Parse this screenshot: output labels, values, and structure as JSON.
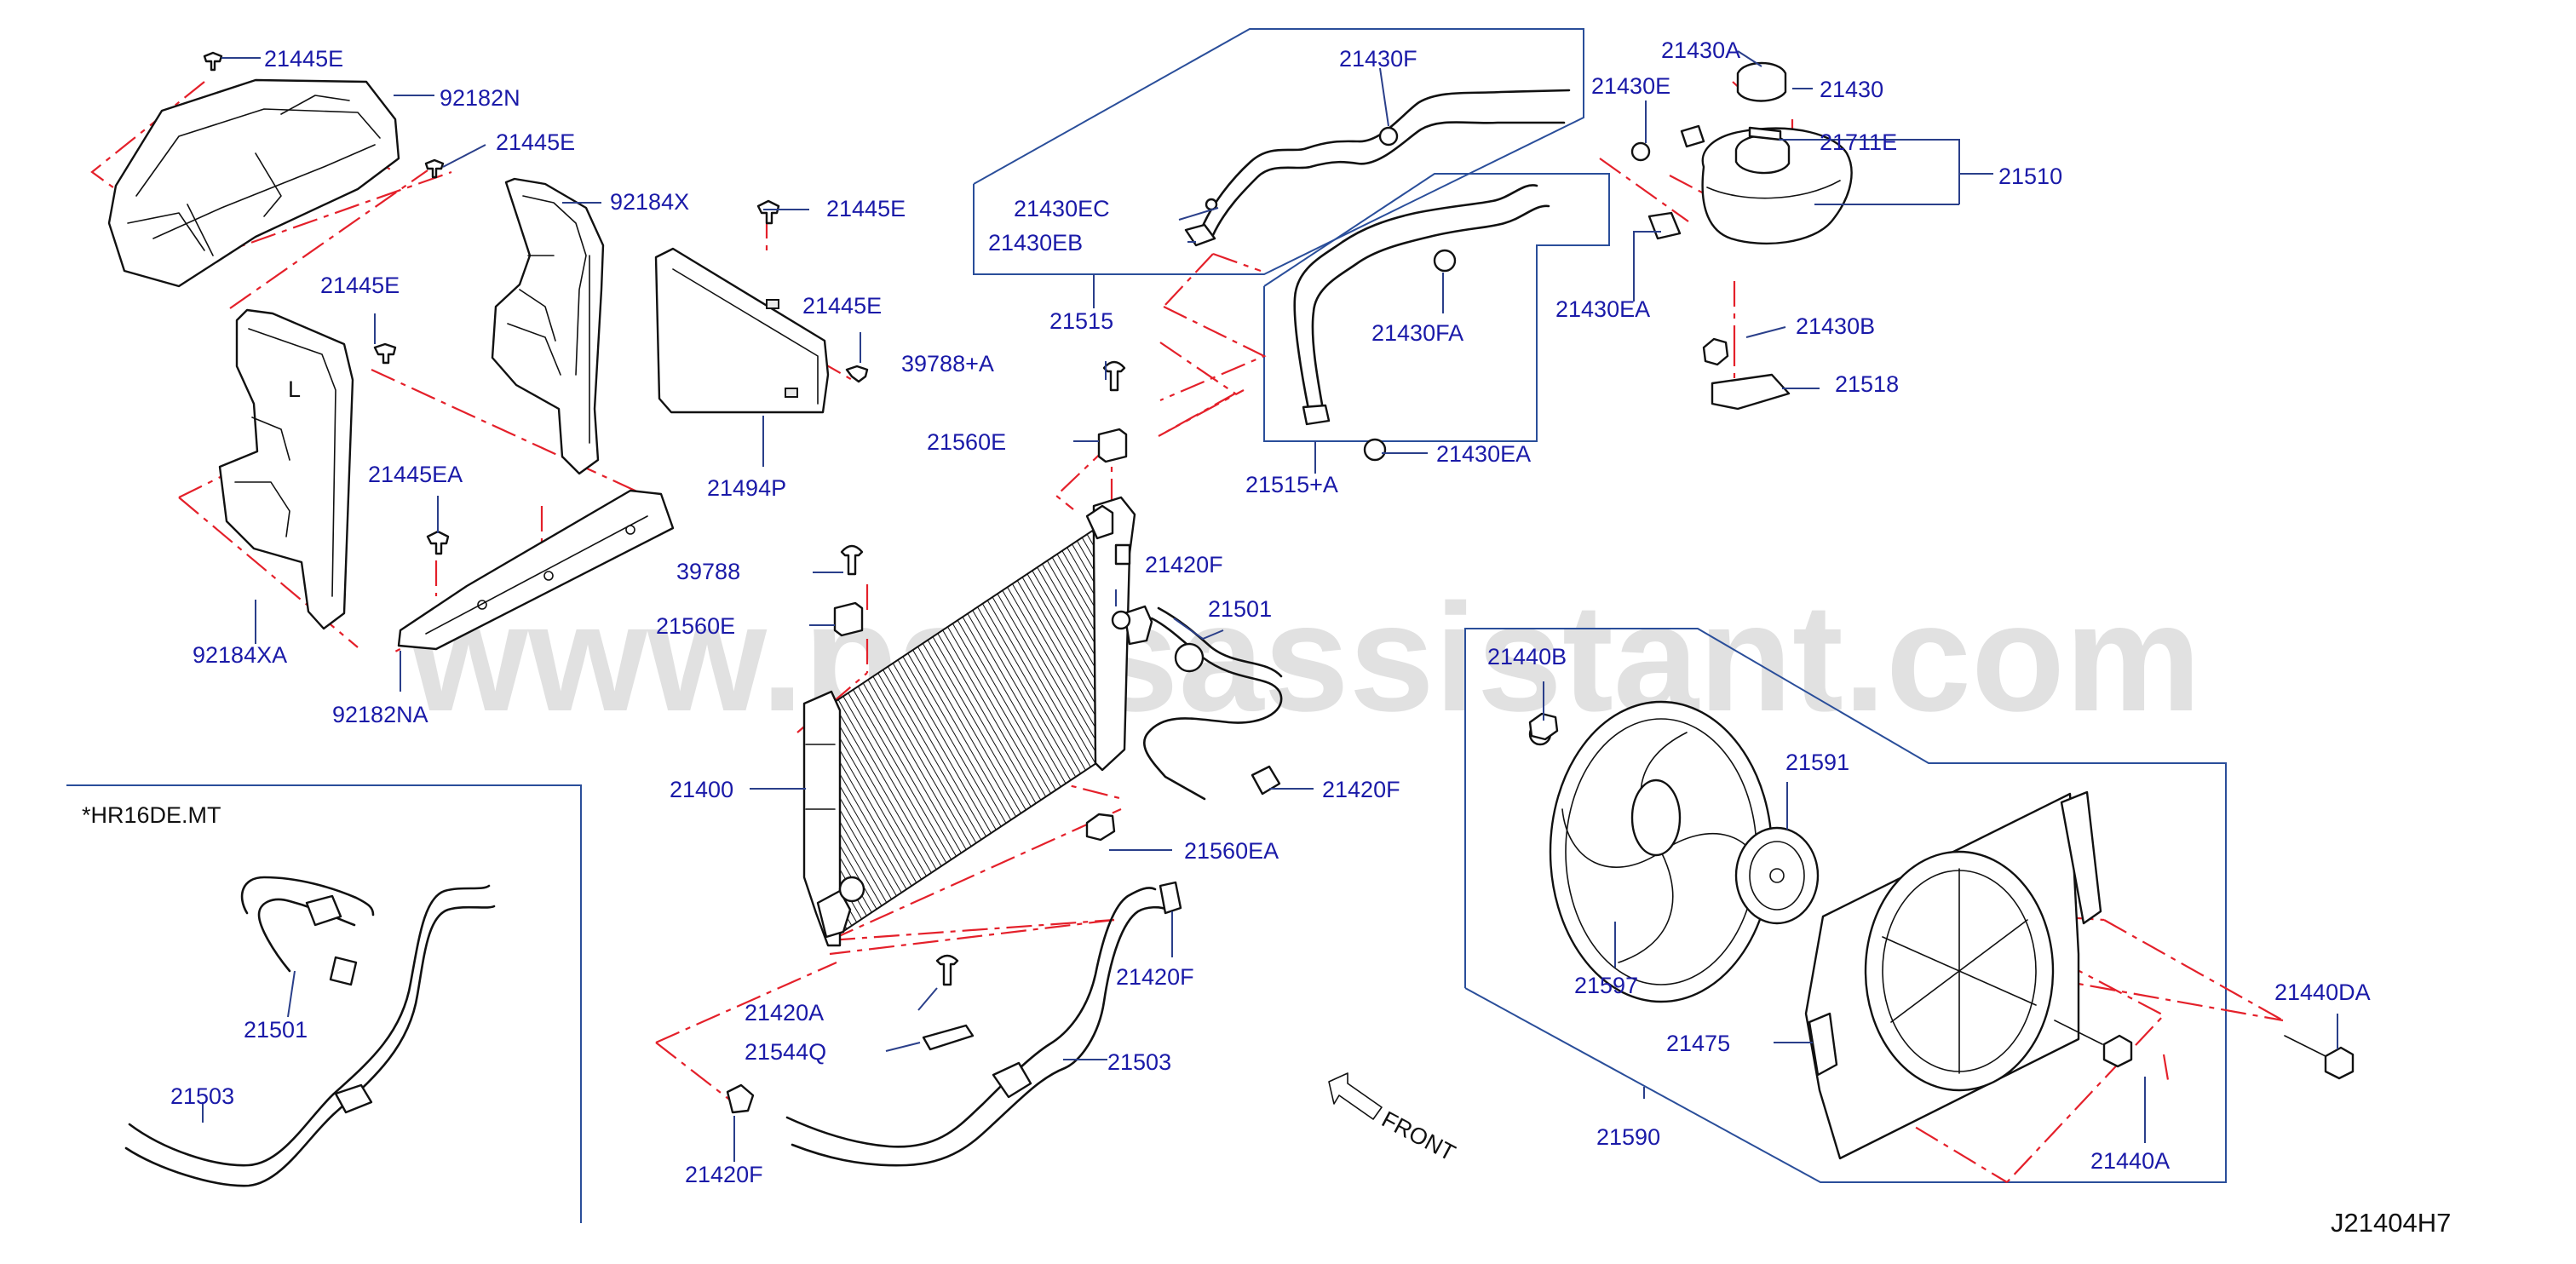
{
  "diagram_code": "J21404H7",
  "watermark": "www.partsassistant.com",
  "variant_note": "*HR16DE.MT",
  "front_label": "FRONT",
  "labels": {
    "p21445E_a": "21445E",
    "p92182N": "92182N",
    "p21445E_b": "21445E",
    "p92184X": "92184X",
    "p21445E_c": "21445E",
    "p21445E_d": "21445E",
    "p21445E_e": "21445E",
    "p21445EA": "21445EA",
    "p92184XA": "92184XA",
    "p92182NA": "92182NA",
    "p21494P": "21494P",
    "p21430F": "21430F",
    "p21430EC": "21430EC",
    "p21430EB": "21430EB",
    "p21515": "21515",
    "p21430FA": "21430FA",
    "p21430E": "21430E",
    "p21430A": "21430A",
    "p21430": "21430",
    "p21711E": "21711E",
    "p21510": "21510",
    "p21430EA_a": "21430EA",
    "p21430B": "21430B",
    "p21518": "21518",
    "p21430EA_b": "21430EA",
    "p21515A": "21515+A",
    "p39788A": "39788+A",
    "p21560E_a": "21560E",
    "p39788": "39788",
    "p21560E_b": "21560E",
    "p21420F_a": "21420F",
    "p21501_a": "21501",
    "p21400": "21400",
    "p21420F_b": "21420F",
    "p21560EA": "21560EA",
    "p21420F_c": "21420F",
    "p21420A": "21420A",
    "p21544Q": "21544Q",
    "p21503_a": "21503",
    "p21420F_d": "21420F",
    "p21501_b": "21501",
    "p21503_b": "21503",
    "p21440B": "21440B",
    "p21591": "21591",
    "p21597": "21597",
    "p21475": "21475",
    "p21440DA": "21440DA",
    "p21590": "21590",
    "p21440A": "21440A"
  }
}
